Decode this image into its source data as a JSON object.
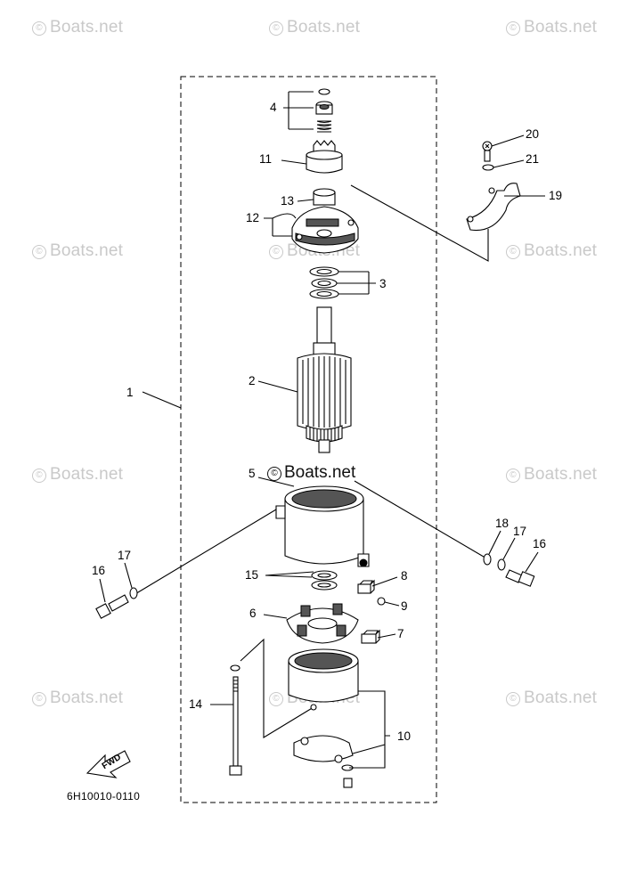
{
  "watermark": {
    "text": "Boats.net",
    "symbol": "©"
  },
  "center_watermark": {
    "text": "Boats.net",
    "symbol": "©"
  },
  "drawing_code": "6H10010-0110",
  "direction_arrow": "FWD",
  "callouts": {
    "c1": "1",
    "c2": "2",
    "c3": "3",
    "c4": "4",
    "c5": "5",
    "c6": "6",
    "c7": "7",
    "c8": "8",
    "c9": "9",
    "c10": "10",
    "c11": "11",
    "c12": "12",
    "c13": "13",
    "c14": "14",
    "c15": "15",
    "c16a": "16",
    "c16b": "16",
    "c17a": "17",
    "c17b": "17",
    "c18": "18",
    "c19": "19",
    "c20": "20",
    "c21": "21"
  },
  "colors": {
    "line": "#000000",
    "watermark": "#c9c9c9",
    "background": "#ffffff"
  }
}
